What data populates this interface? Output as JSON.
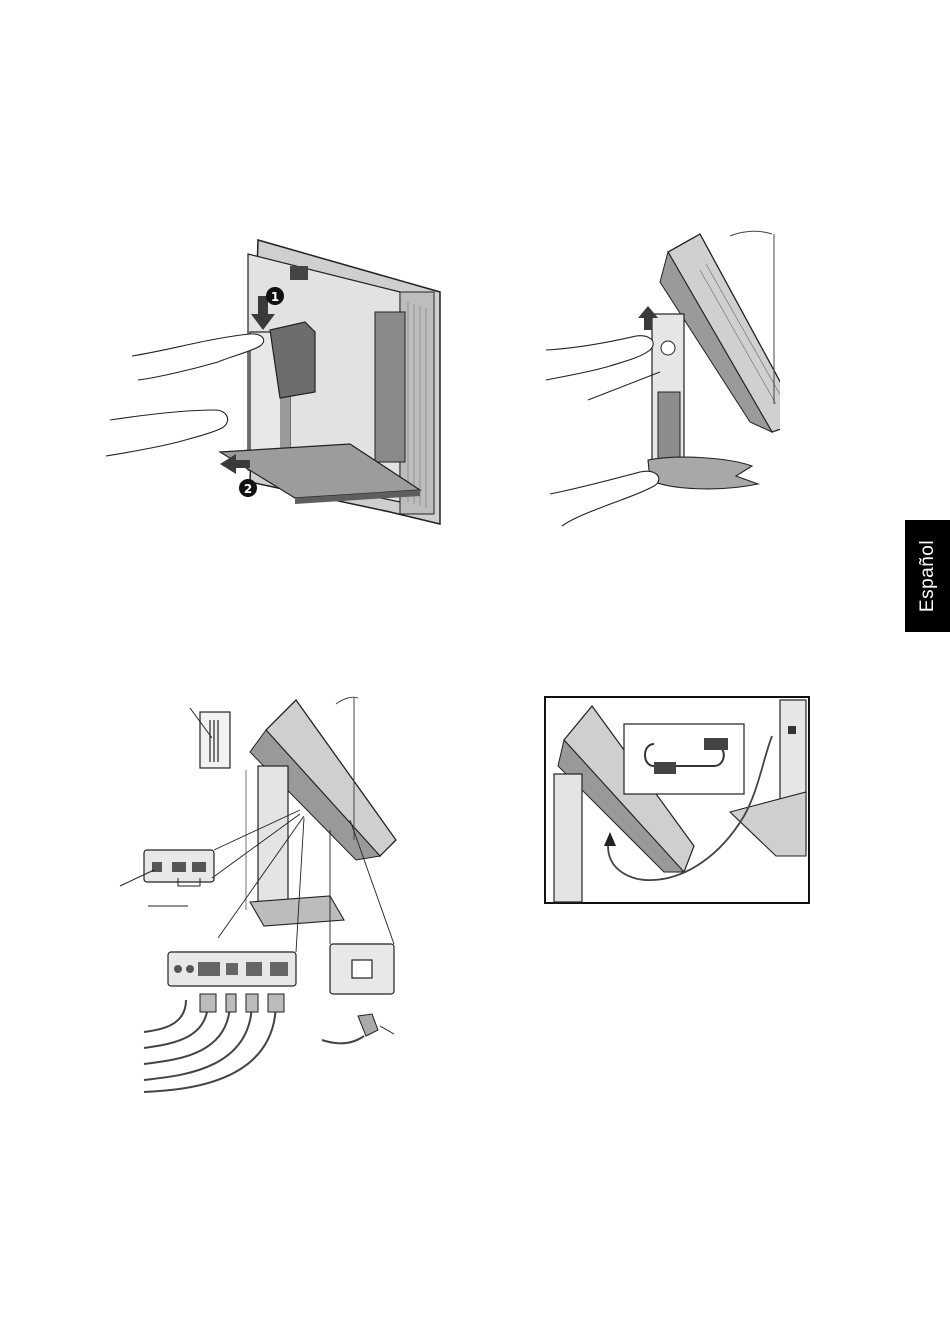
{
  "sidebar": {
    "language_label": "Español",
    "tab_color": "#000000"
  },
  "figures": {
    "remove_stand": {
      "step_1": "1",
      "step_2": "2"
    },
    "lift_stand": {},
    "cable_connections": {},
    "usb_connection": {}
  }
}
